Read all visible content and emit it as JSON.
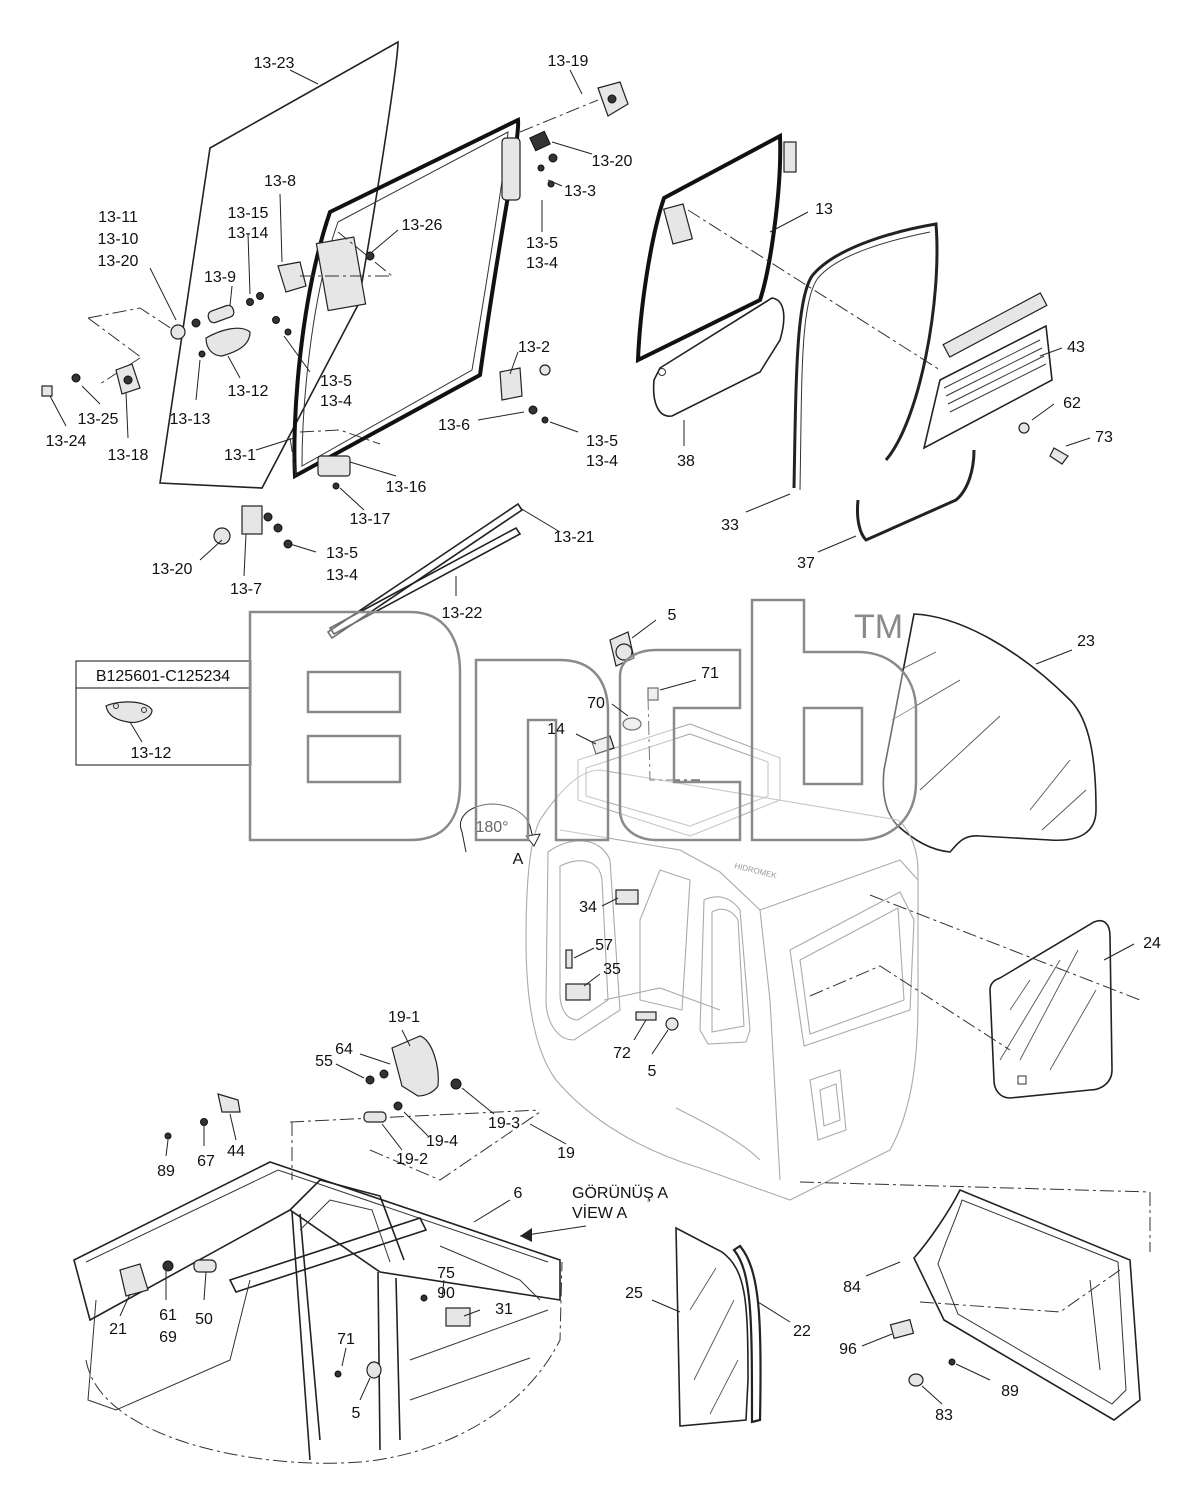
{
  "watermark": {
    "text": "TM",
    "logo": "logo-mark"
  },
  "inset_box": {
    "label": "B125601-C125234",
    "part": "13-12"
  },
  "rotation": {
    "angle": "180°",
    "view_letter": "A"
  },
  "view_caption": {
    "line1": "GÖRÜNÜŞ A",
    "line2": "VİEW A"
  },
  "labels": [
    "13-23",
    "13-19",
    "13-20",
    "13-3",
    "13-8",
    "13-11",
    "13-10",
    "13-20",
    "13-15",
    "13-14",
    "13-26",
    "13-9",
    "13",
    "13-5",
    "13-4",
    "13-2",
    "43",
    "13-5",
    "13-4",
    "13-12",
    "13-13",
    "13-25",
    "13-24",
    "13-18",
    "13-1",
    "13-6",
    "13-5",
    "13-4",
    "62",
    "73",
    "38",
    "13-16",
    "13-17",
    "13-21",
    "33",
    "37",
    "13-20",
    "13-5",
    "13-4",
    "13-7",
    "13-22",
    "5",
    "23",
    "71",
    "70",
    "14",
    "34",
    "57",
    "35",
    "24",
    "72",
    "5",
    "19-1",
    "64",
    "55",
    "19-3",
    "19-4",
    "19-2",
    "19",
    "89",
    "67",
    "44",
    "6",
    "75",
    "90",
    "31",
    "21",
    "61",
    "69",
    "50",
    "71",
    "5",
    "25",
    "22",
    "84",
    "96",
    "89",
    "83"
  ]
}
